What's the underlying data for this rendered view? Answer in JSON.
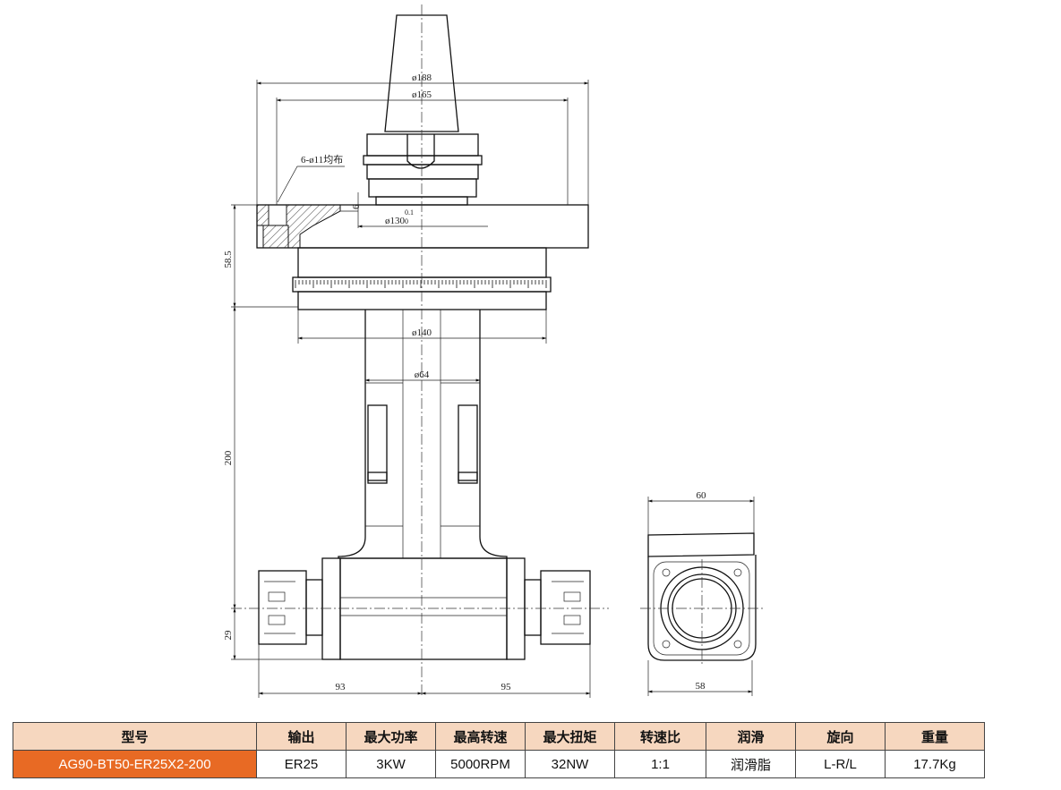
{
  "drawing": {
    "dims": {
      "d188": "ø188",
      "d165": "ø165",
      "holes": "6-ø11均布",
      "d130": "ø130",
      "d130_tol": "0.1",
      "d130_tol_low": "0",
      "six": "6",
      "h58": "58.5",
      "d140": "ø140",
      "d64": "ø64",
      "h200": "200",
      "h29": "29",
      "w93": "93",
      "w95": "95",
      "w60": "60",
      "w58": "58"
    }
  },
  "spec_table": {
    "headers": [
      "型号",
      "输出",
      "最大功率",
      "最高转速",
      "最大扭矩",
      "转速比",
      "润滑",
      "旋向",
      "重量"
    ],
    "row": [
      "AG90-BT50-ER25X2-200",
      "ER25",
      "3KW",
      "5000RPM",
      "32NW",
      "1:1",
      "润滑脂",
      "L-R/L",
      "17.7Kg"
    ]
  },
  "colors": {
    "header_bg": "#f6d7bf",
    "model_bg": "#e86a24"
  }
}
